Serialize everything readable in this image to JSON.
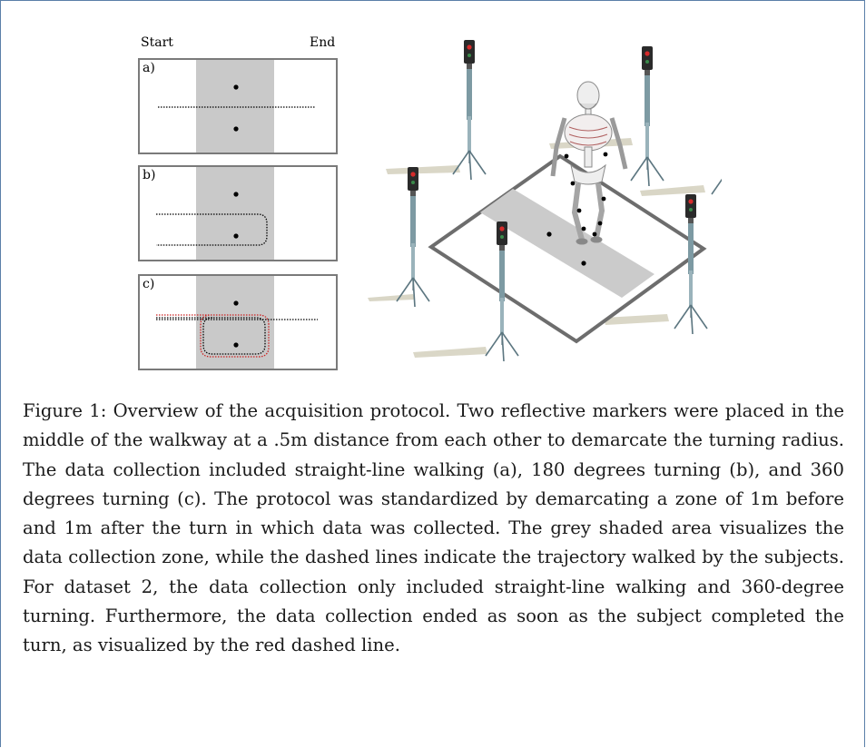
{
  "figure": {
    "start_label": "Start",
    "end_label": "End",
    "panels": [
      {
        "label": "a)"
      },
      {
        "label": "b)"
      },
      {
        "label": "c)"
      }
    ]
  },
  "caption": "Figure 1: Overview of the acquisition protocol. Two reflective markers were placed in the middle of the walkway at a .5m distance from each other to demarcate the turning radius. The data collection included straight-line walking (a), 180 degrees turning (b), and 360 degrees turning (c). The protocol was standardized by demarcating a zone of 1m before and 1m after the turn in which data was collected. The grey shaded area visualizes the data collection zone, while the dashed lines indicate the trajectory walked by the subjects. For dataset 2, the data collection only included straight-line walking and 360-degree turning. Furthermore, the data collection ended as soon as the subject completed the turn, as visualized by the red dashed line.",
  "colors": {
    "frame": "#5a7fa8",
    "walkway_zone": "#c9c9c9",
    "trajectory": "#000000",
    "stop_trajectory": "#cc2222",
    "tripod": "#7d9aa3"
  }
}
